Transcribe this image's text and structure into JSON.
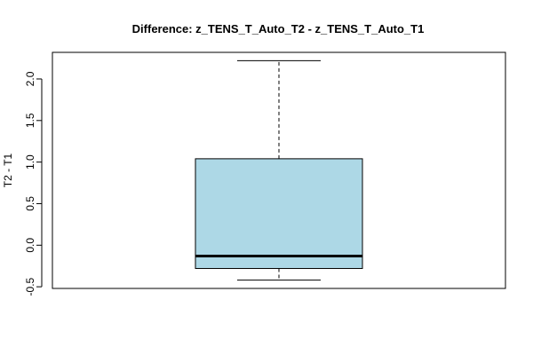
{
  "chart_data": {
    "type": "box",
    "title": "Difference: z_TENS_T_Auto_T2 - z_TENS_T_Auto_T1",
    "xlabel": "",
    "ylabel": "T2 - T1",
    "ylim": [
      -0.52,
      2.32
    ],
    "yticks": [
      -0.5,
      0.0,
      0.5,
      1.0,
      1.5,
      2.0
    ],
    "ytick_labels": [
      "-0.5",
      "0.0",
      "0.5",
      "1.0",
      "1.5",
      "2.0"
    ],
    "series": [
      {
        "min": -0.42,
        "q1": -0.28,
        "median": -0.13,
        "q3": 1.04,
        "max": 2.22,
        "fill": "#add8e6"
      }
    ],
    "grid": false,
    "legend": "none"
  }
}
